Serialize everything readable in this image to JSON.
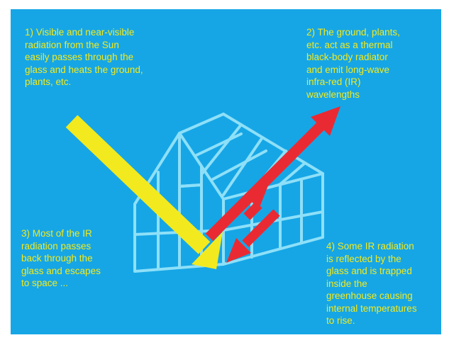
{
  "colors": {
    "background": "#16a6e6",
    "text": "#f2ea1e",
    "greenhouse_frame": "#8ee0f8",
    "sun_arrow": "#f2ea1e",
    "ir_arrows": "#ea2a32"
  },
  "captions": {
    "step1": "1) Visible and near-visible\n radiation from the Sun\neasily passes through the\nglass and heats the ground,\nplants,  etc.",
    "step2": "2) The ground, plants,\netc. act as a thermal\nblack-body radiator\nand emit long-wave\ninfra-red (IR)\nwavelengths",
    "step3": "3) Most of the IR\nradiation passes\nback through the\nglass and escapes\nto space ...",
    "step4": "4) Some IR radiation\nis reflected by the\nglass and is trapped\ninside the\ngreenhouse causing\ninternal temperatures\nto rise."
  },
  "icons": {
    "greenhouse": "greenhouse-icon",
    "sun_ray": "sun-ray-arrow",
    "ir_escape": "ir-escape-arrow",
    "ir_reflected": "ir-reflected-arrow"
  }
}
